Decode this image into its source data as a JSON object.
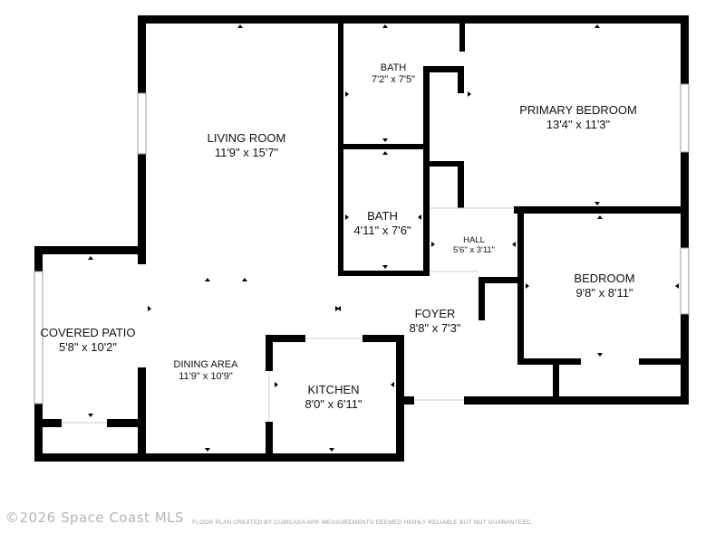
{
  "rooms": {
    "living_room": {
      "name": "LIVING ROOM",
      "dims": "11'9\" x 15'7\""
    },
    "bath_upper": {
      "name": "BATH",
      "dims": "7'2\" x 7'5\""
    },
    "primary_bedroom": {
      "name": "PRIMARY BEDROOM",
      "dims": "13'4\" x 11'3\""
    },
    "bath_lower": {
      "name": "BATH",
      "dims": "4'11\" x 7'6\""
    },
    "hall": {
      "name": "HALL",
      "dims": "5'6\" x 3'11\""
    },
    "bedroom": {
      "name": "BEDROOM",
      "dims": "9'8\" x 8'11\""
    },
    "covered_patio": {
      "name": "COVERED PATIO",
      "dims": "5'8\" x 10'2\""
    },
    "foyer": {
      "name": "FOYER",
      "dims": "8'8\" x 7'3\""
    },
    "dining_area": {
      "name": "DINING AREA",
      "dims": "11'9\" x 10'9\""
    },
    "kitchen": {
      "name": "KITCHEN",
      "dims": "8'0\" x 6'11\""
    }
  },
  "footer": {
    "watermark": "©2026 Space Coast MLS",
    "disclaimer": "FLOOR PLAN CREATED BY CUBICASA APP. MEASUREMENTS DEEMED HIGHLY RELIABLE BUT NOT GUARANTEED."
  },
  "colors": {
    "wall": "#000000",
    "window": "#9a9a9a",
    "background": "#ffffff"
  }
}
